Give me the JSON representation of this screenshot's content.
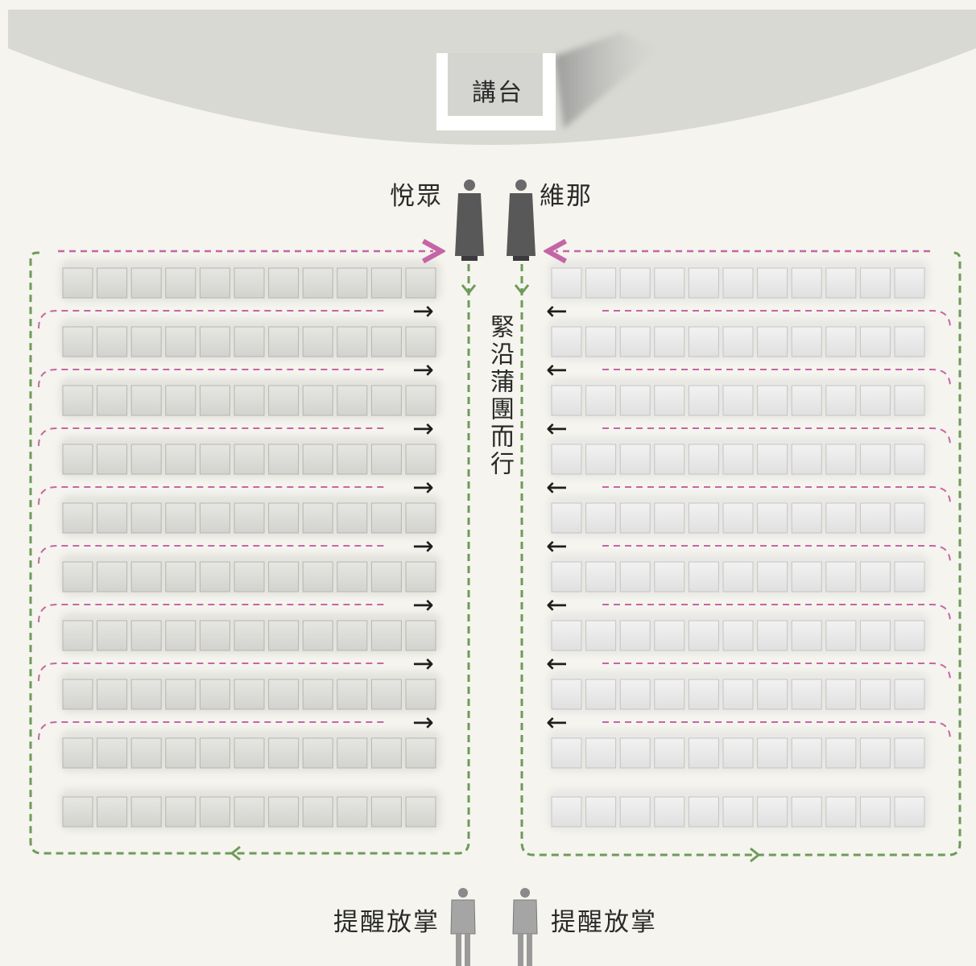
{
  "labels": {
    "podium": "講台",
    "yuezhong": "悅眾",
    "weina": "維那",
    "instruction": "緊沿蒲團而行",
    "reminder_left": "提醒放掌",
    "reminder_right": "提醒放掌"
  },
  "arrows": {
    "right": "→",
    "left": "←"
  },
  "layout_counts": {
    "rows_per_side": 10,
    "cushions_per_row": 11,
    "rows_with_walking_path": 8
  },
  "colors": {
    "background": "#f5f4ee",
    "stage": "#d9d9d4",
    "cushion": "#dcdcd9",
    "magenta_path": "#c466a6",
    "green_path": "#6f9a5a",
    "monk_robe": "#5a5a5a",
    "attendant": "#9a9a9a"
  },
  "icons": {
    "monk": "monk-figure-icon",
    "attendant": "attendant-figure-icon",
    "cushion": "meditation-cushion-icon"
  }
}
